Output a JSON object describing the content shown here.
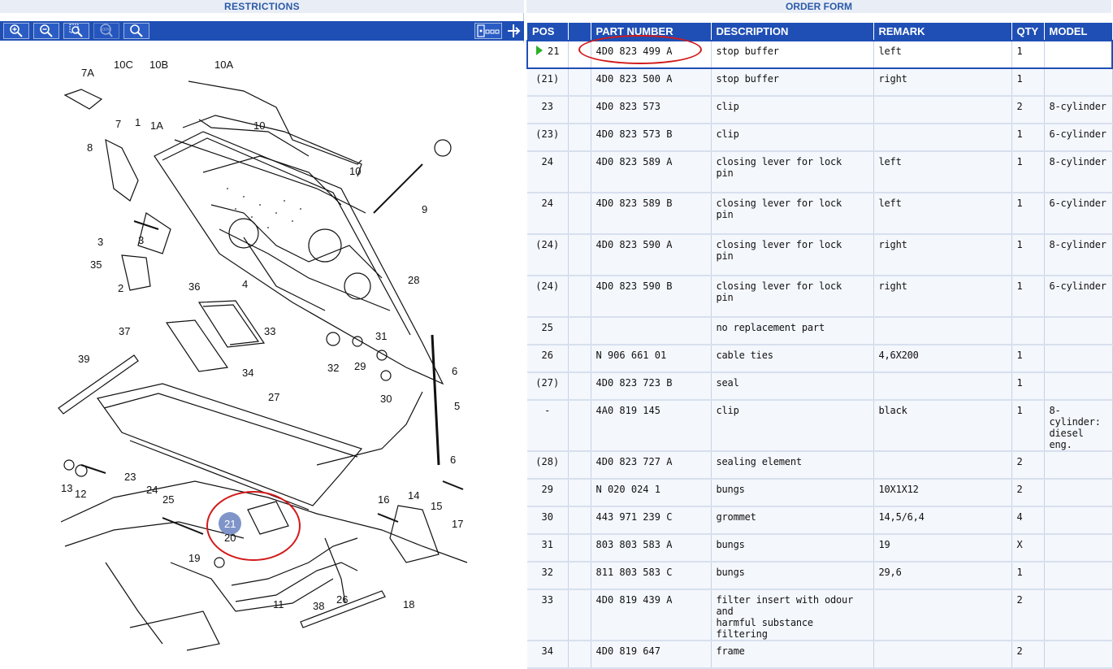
{
  "left": {
    "header": "RESTRICTIONS",
    "toolbar": [
      {
        "icon": "zoom-in-icon"
      },
      {
        "icon": "zoom-out-icon"
      },
      {
        "icon": "zoom-area-icon"
      },
      {
        "icon": "zoom-100-icon",
        "text": "100%"
      },
      {
        "icon": "search-icon"
      },
      {
        "icon": "fit-page-icon"
      },
      {
        "icon": "expand-pane-icon"
      }
    ],
    "diagram": {
      "labels": [
        "7A",
        "10C",
        "10B",
        "10A",
        "10",
        "10",
        "1",
        "1A",
        "7",
        "8",
        "3",
        "3",
        "35",
        "2",
        "36",
        "4",
        "37",
        "33",
        "34",
        "39",
        "27",
        "28",
        "9",
        "5",
        "6",
        "6",
        "31",
        "29",
        "32",
        "30",
        "23",
        "24",
        "25",
        "13",
        "12",
        "21",
        "20",
        "19",
        "11",
        "26",
        "38",
        "18",
        "16",
        "14",
        "15",
        "17"
      ],
      "highlight": "21"
    }
  },
  "right": {
    "header": "ORDER FORM",
    "columns": [
      "POS",
      "",
      "PART NUMBER",
      "DESCRIPTION",
      "REMARK",
      "QTY",
      "MODEL"
    ],
    "rows": [
      {
        "pos": "21",
        "part": "4D0  823  499  A",
        "desc": "stop buffer",
        "remark": "left",
        "qty": "1",
        "model": "",
        "selected": true
      },
      {
        "pos": "(21)",
        "part": "4D0  823  500  A",
        "desc": "stop buffer",
        "remark": "right",
        "qty": "1",
        "model": ""
      },
      {
        "pos": "23",
        "part": "4D0  823  573",
        "desc": "clip",
        "remark": "",
        "qty": "2",
        "model": "8-cylinder"
      },
      {
        "pos": "(23)",
        "part": "4D0  823  573  B",
        "desc": "clip",
        "remark": "",
        "qty": "1",
        "model": "6-cylinder"
      },
      {
        "pos": "24",
        "part": "4D0  823  589  A",
        "desc": "closing lever for lock\npin",
        "remark": "left",
        "qty": "1",
        "model": "8-cylinder"
      },
      {
        "pos": "24",
        "part": "4D0  823  589  B",
        "desc": "closing lever for lock\npin",
        "remark": "left",
        "qty": "1",
        "model": "6-cylinder"
      },
      {
        "pos": "(24)",
        "part": "4D0  823  590  A",
        "desc": "closing lever for lock\npin",
        "remark": "right",
        "qty": "1",
        "model": "8-cylinder"
      },
      {
        "pos": "(24)",
        "part": "4D0  823  590  B",
        "desc": "closing lever for lock\npin",
        "remark": "right",
        "qty": "1",
        "model": "6-cylinder"
      },
      {
        "pos": "25",
        "part": "",
        "desc": "no replacement part",
        "remark": "",
        "qty": "",
        "model": ""
      },
      {
        "pos": "26",
        "part": "N    906  661  01",
        "desc": "cable ties",
        "remark": "4,6X200",
        "qty": "1",
        "model": ""
      },
      {
        "pos": "(27)",
        "part": "4D0  823  723  B",
        "desc": "seal",
        "remark": "",
        "qty": "1",
        "model": ""
      },
      {
        "pos": "-",
        "part": "4A0  819  145",
        "desc": "clip",
        "remark": "black",
        "qty": "1",
        "model": "8-cylinder:\ndiesel eng."
      },
      {
        "pos": "(28)",
        "part": "4D0  823  727  A",
        "desc": "sealing element",
        "remark": "",
        "qty": "2",
        "model": ""
      },
      {
        "pos": "29",
        "part": "N    020  024  1",
        "desc": "bungs",
        "remark": "10X1X12",
        "qty": "2",
        "model": ""
      },
      {
        "pos": "30",
        "part": "443  971  239  C",
        "desc": "grommet",
        "remark": "14,5/6,4",
        "qty": "4",
        "model": ""
      },
      {
        "pos": "31",
        "part": "803  803  583  A",
        "desc": "bungs",
        "remark": "19",
        "qty": "X",
        "model": ""
      },
      {
        "pos": "32",
        "part": "811  803  583  C",
        "desc": "bungs",
        "remark": "29,6",
        "qty": "1",
        "model": ""
      },
      {
        "pos": "33",
        "part": "4D0  819  439  A",
        "desc": "filter insert with odour and\nharmful substance filtering",
        "remark": "",
        "qty": "2",
        "model": ""
      },
      {
        "pos": "34",
        "part": "4D0  819  647",
        "desc": "frame",
        "remark": "",
        "qty": "2",
        "model": ""
      }
    ]
  }
}
